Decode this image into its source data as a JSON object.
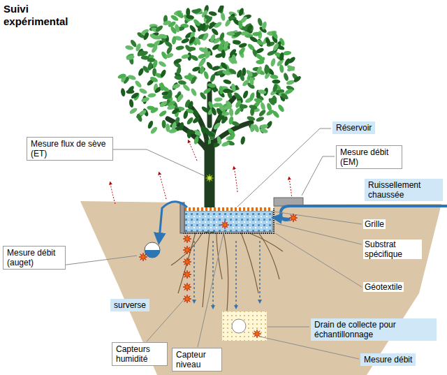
{
  "diagram": {
    "title": "Suivi expérimental",
    "nodes": [
      {
        "text": [
          "Mesure flux de sève (ET)"
        ]
      },
      {
        "text": [
          "Réservoir"
        ]
      },
      {
        "text": [
          "Mesure débit (EM)"
        ]
      },
      {
        "text": [
          "Ruissellement chaussée"
        ]
      },
      {
        "text": [
          "Mesure débit (auget)"
        ]
      },
      {
        "text": [
          "surverse"
        ]
      },
      {
        "text": [
          "Drain de collecte pour échantillonnage"
        ]
      },
      {
        "text": [
          "Capteurs humidité"
        ]
      },
      {
        "text": [
          "Capteur niveau"
        ]
      },
      {
        "text": [
          "Mesure débit"
        ]
      }
    ],
    "labels": [
      "Grille",
      "Substrat spécifique",
      "Géotextile"
    ]
  }
}
